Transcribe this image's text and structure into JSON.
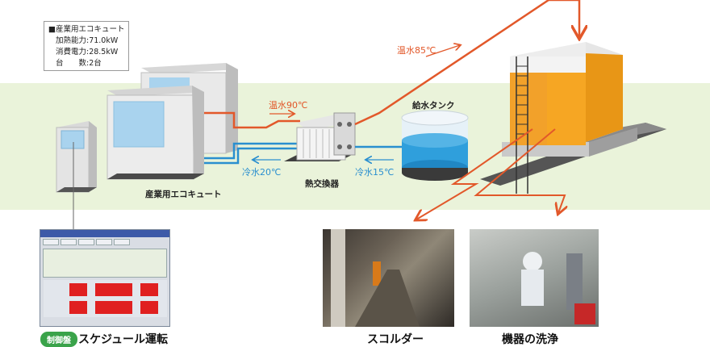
{
  "spec_box": {
    "title": "■産業用エコキュート",
    "heating_capacity": "加熱能力:71.0kW",
    "power_consumption": "消費電力:28.5kW",
    "units_label": "台　　数:2台"
  },
  "labels": {
    "ecocute": "産業用エコキュート",
    "heat_exchanger": "熱交換器",
    "supply_tank": "給水タンク"
  },
  "flows": {
    "hot_90": "温水90℃",
    "hot_85": "温水85℃",
    "cold_20": "冷水20℃",
    "cold_15": "冷水15℃"
  },
  "captions": {
    "control_badge": "制御盤",
    "schedule": "スケジュール運転",
    "scalder": "スコルダー",
    "washing": "機器の洗浄"
  },
  "colors": {
    "hot_pipe": "#e2582a",
    "cold_pipe": "#2a8fcf",
    "band": "#eaf3da",
    "badge": "#3aa34a",
    "tank_orange": "#f6a623"
  }
}
